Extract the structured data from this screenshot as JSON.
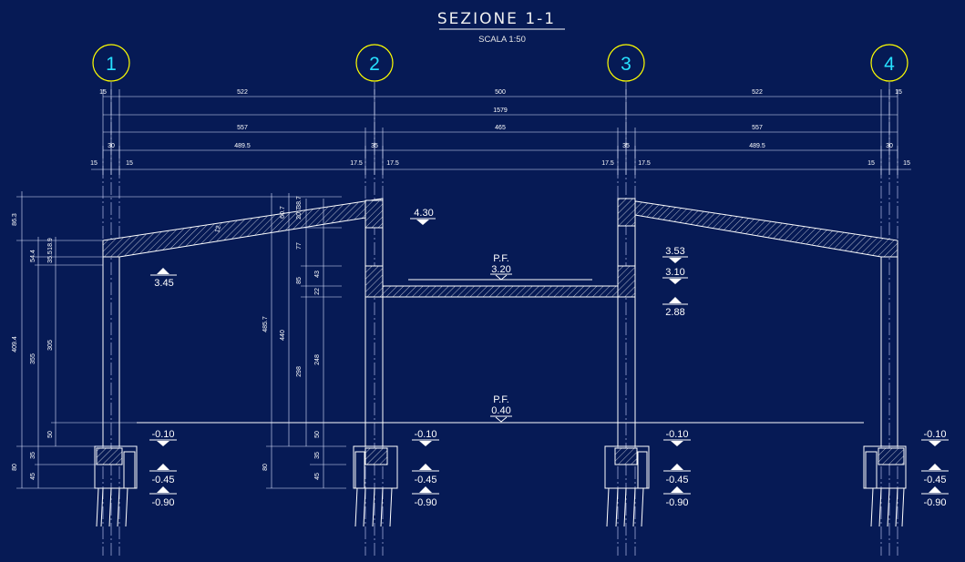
{
  "title": "SEZIONE 1-1",
  "scale": "SCALA 1:50",
  "axes": [
    "1",
    "2",
    "3",
    "4"
  ],
  "dims_top": {
    "row1": [
      "15",
      "522",
      "500",
      "522",
      "15"
    ],
    "row2": [
      "1579"
    ],
    "row3": [
      "557",
      "465",
      "557"
    ],
    "row4": [
      "30",
      "489.5",
      "35",
      "35",
      "489.5",
      "30"
    ],
    "row5": [
      "15",
      "15",
      "17.5",
      "17.5",
      "17.5",
      "17.5",
      "15",
      "15"
    ]
  },
  "dims_left": [
    "86.3",
    "54.4",
    "35.5",
    "18.9",
    "409.4",
    "355",
    "305",
    "50",
    "35",
    "45",
    "80",
    "12"
  ],
  "dims_mid": [
    "60.7",
    "20.7",
    "38.7",
    "77",
    "85",
    "43",
    "22",
    "485.7",
    "440",
    "298",
    "248",
    "50",
    "35",
    "45",
    "80"
  ],
  "levels": {
    "l_430": "4.30",
    "l_345": "3.45",
    "pf_top_label": "P.F.",
    "pf_top": "3.20",
    "l_353": "3.53",
    "l_310": "3.10",
    "l_288": "2.88",
    "pf_bot_label": "P.F.",
    "pf_bot": "0.40",
    "m010": "-0.10",
    "m045": "-0.45",
    "m090": "-0.90"
  },
  "colors": {
    "background": "#061a55",
    "lines": "#ffffff",
    "axis_circle": "#ffff00",
    "axis_label": "#27e0ff"
  }
}
